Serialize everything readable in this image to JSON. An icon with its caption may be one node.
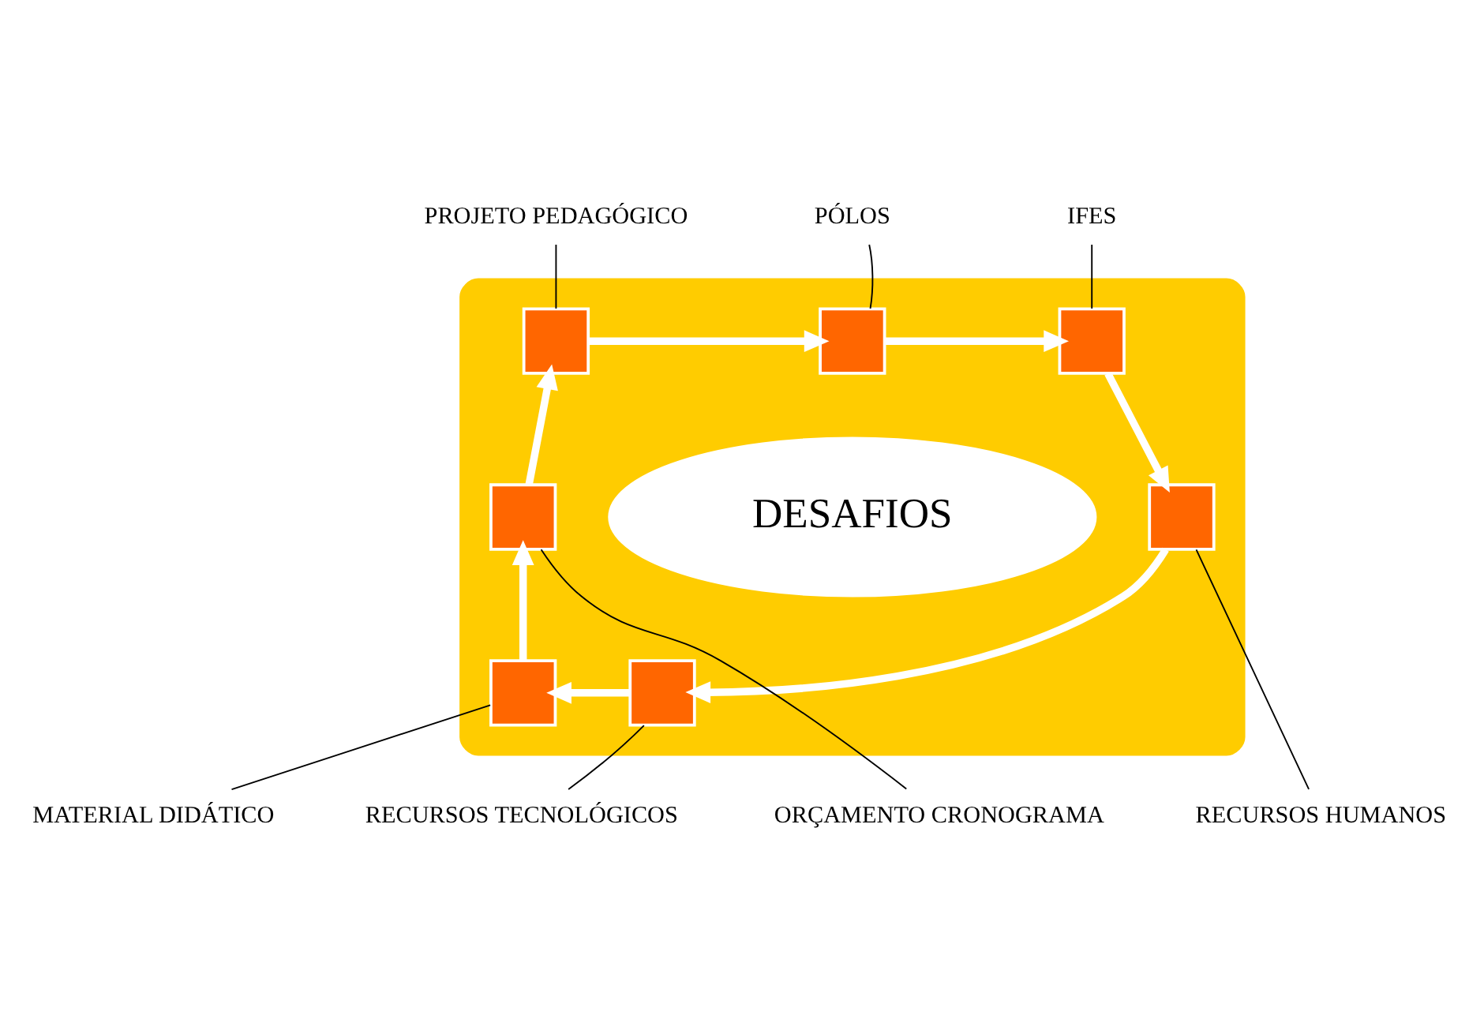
{
  "diagram": {
    "nodes": [
      {
        "text": [],
        "shape": "ellipse"
      },
      {
        "text": [
          "DESAFIOS"
        ],
        "in": 0
      },
      {
        "text": [],
        "shape": "box",
        "in": 0
      },
      {
        "text": [],
        "shape": "box",
        "in": 0
      },
      {
        "text": [],
        "shape": "box",
        "in": 0
      },
      {
        "text": [],
        "shape": "box",
        "in": 0
      },
      {
        "text": [],
        "shape": "box",
        "in": 0
      },
      {
        "text": [],
        "shape": "box",
        "in": 0
      },
      {
        "text": [],
        "shape": "box",
        "in": 0
      },
      {
        "text": [
          "PROJETO PEDAGÓGICO"
        ]
      },
      {
        "text": [
          "PÓLOS"
        ]
      },
      {
        "text": [
          "IFES"
        ]
      },
      {
        "text": [
          "RECURSOS HUMANOS"
        ]
      },
      {
        "text": [
          "RECURSOS TECNOLÓGICOS"
        ]
      },
      {
        "text": [
          "MATERIAL DIDÁTICO"
        ]
      },
      {
        "text": [
          "ORÇAMENTO CRONOGRAMA"
        ]
      }
    ],
    "edges": [
      {
        "from": 2,
        "to": 3,
        "arrow": "to",
        "style": "thick",
        "color": "#ffffff"
      },
      {
        "from": 3,
        "to": 4,
        "arrow": "to",
        "style": "thick",
        "color": "#ffffff"
      },
      {
        "from": 4,
        "to": 5,
        "arrow": "to",
        "style": "thick",
        "color": "#ffffff"
      },
      {
        "from": 5,
        "to": 6,
        "arrow": "to",
        "style": "thick",
        "color": "#ffffff"
      },
      {
        "from": 6,
        "to": 7,
        "arrow": "to",
        "style": "thick",
        "color": "#ffffff"
      },
      {
        "from": 7,
        "to": 8,
        "arrow": "to",
        "style": "thick",
        "color": "#ffffff"
      },
      {
        "from": 8,
        "to": 2,
        "arrow": "to",
        "style": "thick",
        "color": "#ffffff"
      },
      {
        "from": 9,
        "to": 2,
        "arrow": "none",
        "color": "#000000"
      },
      {
        "from": 10,
        "to": 3,
        "arrow": "none",
        "color": "#000000"
      },
      {
        "from": 11,
        "to": 4,
        "arrow": "none",
        "color": "#000000"
      },
      {
        "from": 12,
        "to": 5,
        "arrow": "none",
        "color": "#000000"
      },
      {
        "from": 13,
        "to": 6,
        "arrow": "none",
        "color": "#000000"
      },
      {
        "from": 14,
        "to": 7,
        "arrow": "none",
        "color": "#000000"
      },
      {
        "from": 15,
        "to": 8,
        "arrow": "none",
        "color": "#000000"
      }
    ]
  }
}
